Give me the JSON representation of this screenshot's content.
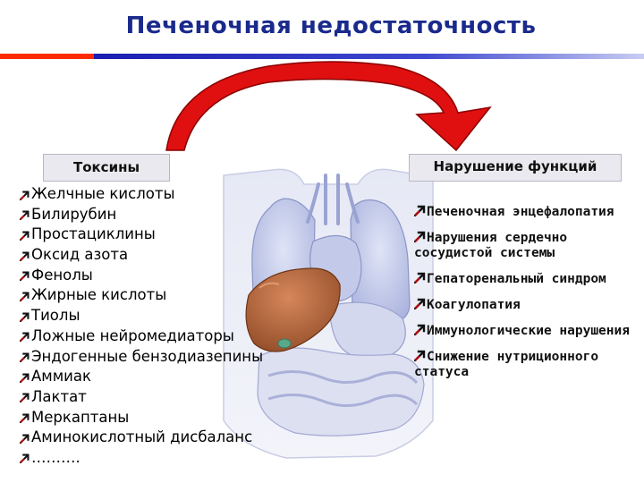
{
  "title": "Печеночная недостаточность",
  "colors": {
    "title": "#1a2a8c",
    "rule_accent": "#ff2b00",
    "rule_main": "#1a1fb0",
    "arrow": "#e01010",
    "box_bg": "#e9e9ef",
    "liver": "#b8643a"
  },
  "left_box": {
    "label": "Токсины"
  },
  "toxins": [
    "Желчные кислоты",
    "Билирубин",
    "Простациклины",
    "Оксид азота",
    "Фенолы",
    "Жирные кислоты",
    "Тиолы",
    "Ложные нейромедиаторы",
    "Эндогенные бензодиазепины",
    "Аммиак",
    "Лактат",
    "Меркаптаны",
    "Аминокислотный дисбаланс",
    "………."
  ],
  "right_box": {
    "label": "Нарушение функций"
  },
  "disorders": [
    "Печеночная энцефалопатия",
    "Нарушения сердечно сосудистой системы",
    "Гепаторенальный синдром",
    "Коагулопатия",
    "Иммунологические нарушения",
    "Снижение нутриционного статуса"
  ],
  "icons": {
    "bullet": "arrow-bullet-icon",
    "arrow": "curved-arrow-icon",
    "illustration": "torso-organs-illustration"
  }
}
